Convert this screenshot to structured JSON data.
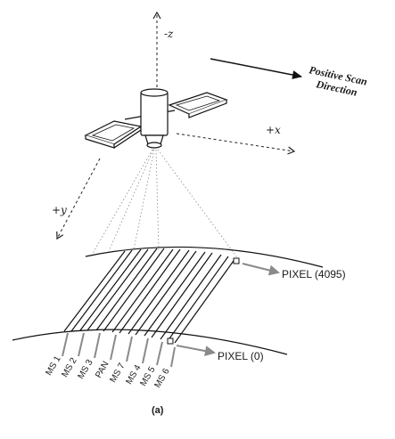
{
  "axes": {
    "neg_z": "-z",
    "pos_x": "+x",
    "pos_y": "+y"
  },
  "scan_direction": {
    "line1": "Positive Scan",
    "line2": "Direction"
  },
  "pixel_labels": {
    "last": "PIXEL (4095)",
    "first": "PIXEL (0)"
  },
  "bands": [
    "MS 1",
    "MS 2",
    "MS 3",
    "PAN",
    "MS 7",
    "MS 4",
    "MS 5",
    "MS 6"
  ],
  "caption": "(a)"
}
